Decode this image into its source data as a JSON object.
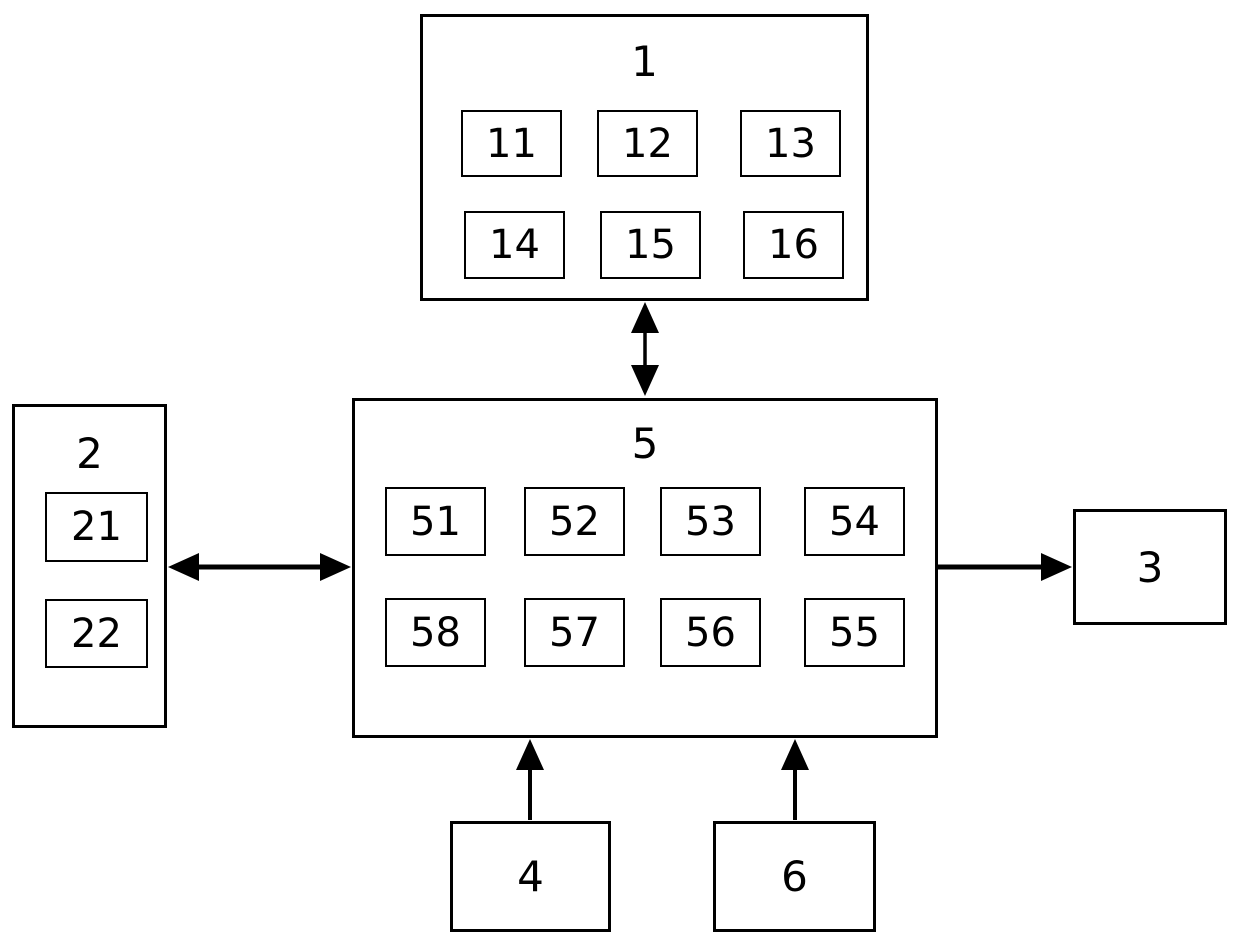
{
  "figure": {
    "background_color": "#ffffff",
    "line_color": "#000000"
  },
  "blocks": {
    "b1": {
      "label": "1",
      "items": [
        {
          "label": "11"
        },
        {
          "label": "12"
        },
        {
          "label": "13"
        },
        {
          "label": "14"
        },
        {
          "label": "15"
        },
        {
          "label": "16"
        }
      ]
    },
    "b2": {
      "label": "2",
      "items": [
        {
          "label": "21"
        },
        {
          "label": "22"
        }
      ]
    },
    "b3": {
      "label": "3"
    },
    "b4": {
      "label": "4"
    },
    "b5": {
      "label": "5",
      "items": [
        {
          "label": "51"
        },
        {
          "label": "52"
        },
        {
          "label": "53"
        },
        {
          "label": "54"
        },
        {
          "label": "58"
        },
        {
          "label": "57"
        },
        {
          "label": "56"
        },
        {
          "label": "55"
        }
      ]
    },
    "b6": {
      "label": "6"
    }
  },
  "connections": [
    {
      "from": "1",
      "to": "5",
      "style": "double-headed-vertical"
    },
    {
      "from": "2",
      "to": "5",
      "style": "double-headed-horizontal"
    },
    {
      "from": "5",
      "to": "3",
      "style": "single-headed-right"
    },
    {
      "from": "4",
      "to": "5",
      "style": "single-headed-up"
    },
    {
      "from": "6",
      "to": "5",
      "style": "single-headed-up"
    }
  ]
}
